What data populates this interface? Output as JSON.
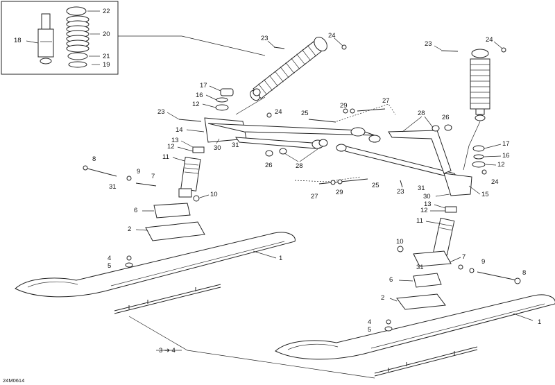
{
  "diagram_code": "24M0614",
  "callouts": {
    "c1": "1",
    "c2": "2",
    "c3to4": "3 ➔ 4",
    "c4": "4",
    "c5": "5",
    "c6": "6",
    "c7": "7",
    "c8": "8",
    "c9": "9",
    "c10": "10",
    "c11": "11",
    "c12": "12",
    "c13": "13",
    "c14": "14",
    "c15": "15",
    "c16": "16",
    "c17": "17",
    "c18": "18",
    "c19": "19",
    "c20": "20",
    "c21": "21",
    "c22": "22",
    "c23": "23",
    "c24": "24",
    "c25": "25",
    "c26": "26",
    "c27": "27",
    "c28": "28",
    "c29": "29",
    "c30": "30",
    "c31": "31"
  }
}
